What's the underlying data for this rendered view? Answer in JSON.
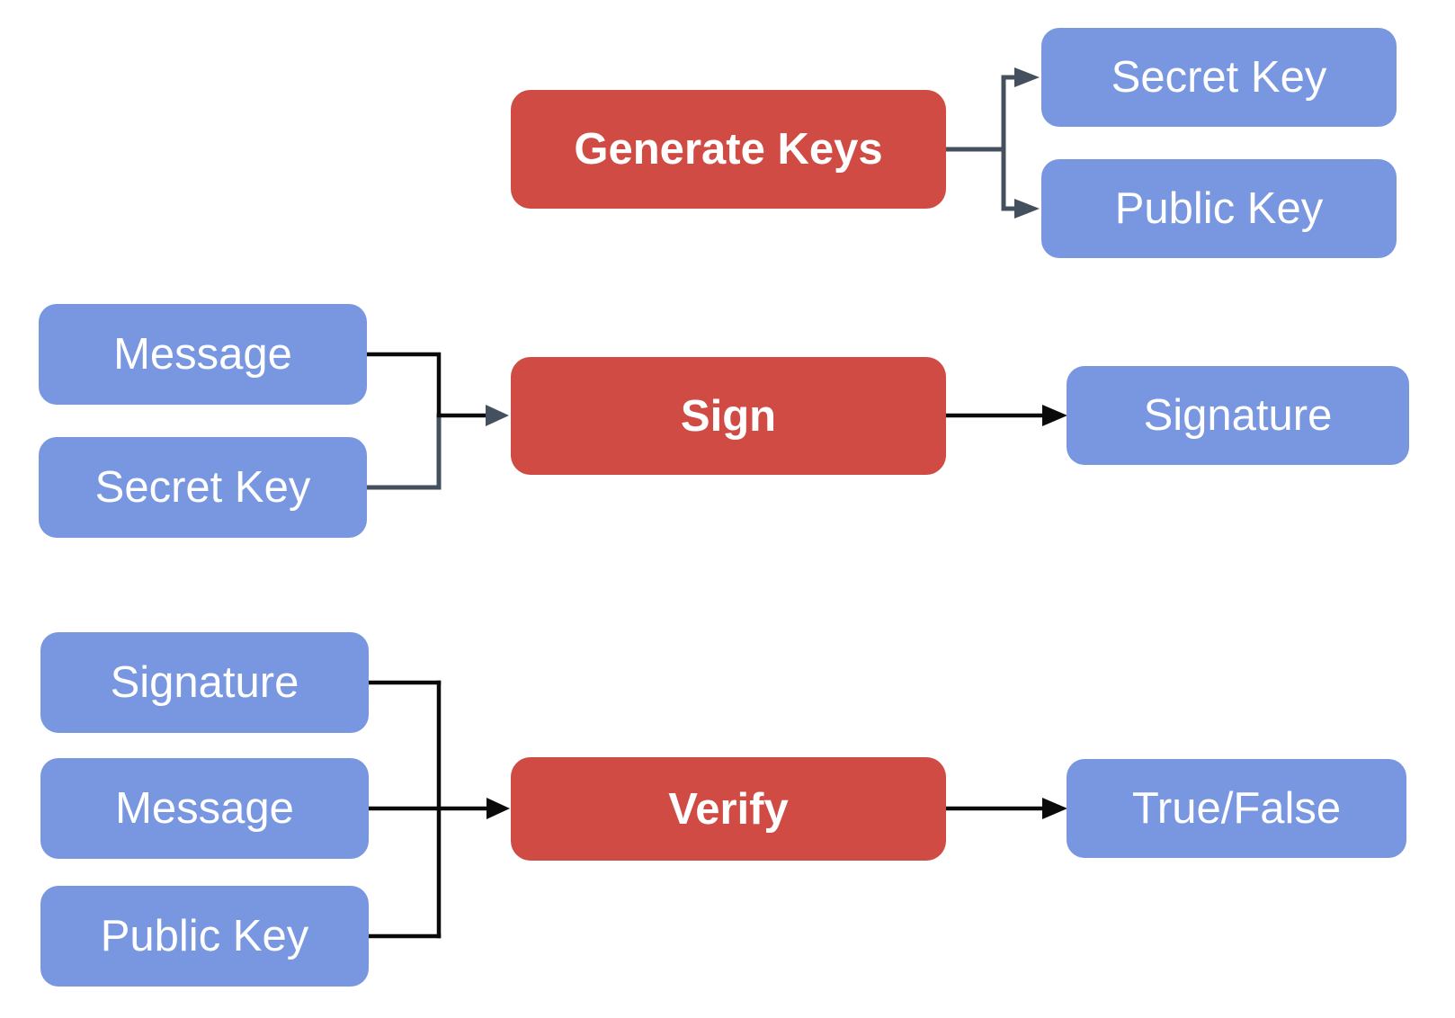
{
  "background_color": "#FFFFFF",
  "colors": {
    "process_box_fill": "#CF4B43",
    "data_box_fill": "#7897E0",
    "box_text": "#FFFFFF",
    "connector_slate": "#45505E",
    "connector_black": "#0A0A0A"
  },
  "generate_row": {
    "process_label": "Generate Keys",
    "output_labels": [
      "Secret Key",
      "Public Key"
    ]
  },
  "sign_row": {
    "input_labels": [
      "Message",
      "Secret Key"
    ],
    "process_label": "Sign",
    "output_label": "Signature"
  },
  "verify_row": {
    "input_labels": [
      "Signature",
      "Message",
      "Public Key"
    ],
    "process_label": "Verify",
    "output_label": "True/False"
  }
}
